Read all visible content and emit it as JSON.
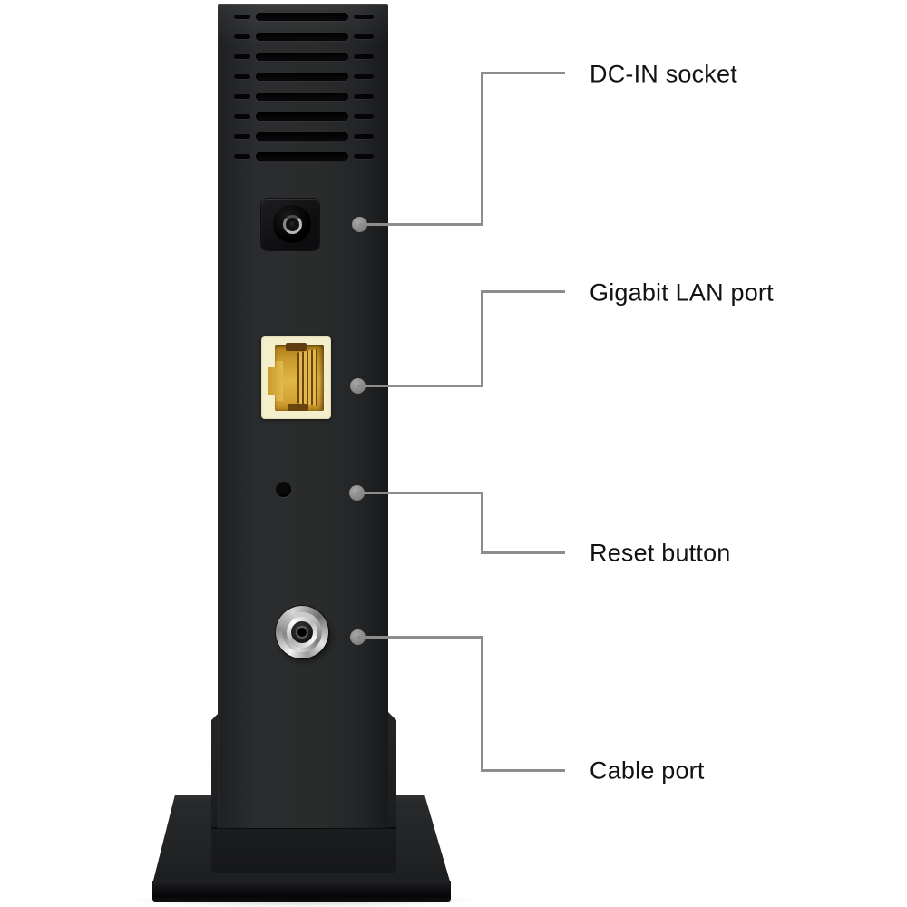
{
  "figure": {
    "description": "Rear-panel diagram of a vertical black cable modem router on a stand, with four callout labels",
    "background": "#ffffff"
  },
  "callouts": [
    {
      "id": "dc-in",
      "label": "DC-IN socket"
    },
    {
      "id": "lan",
      "label": "Gigabit LAN port"
    },
    {
      "id": "reset",
      "label": "Reset button"
    },
    {
      "id": "cable",
      "label": "Cable port"
    }
  ],
  "device": {
    "vent_rows": 8
  },
  "colors": {
    "background": "#ffffff",
    "callout_line": "#8d8d8d",
    "label_text": "#121212",
    "device_body": "#242628",
    "vent_slot": "#08080a",
    "lan_frame": "#f3efcd",
    "lan_gold": "#d9a62f",
    "coax_metal": "#d6d6d6",
    "base": "#1a1c1e"
  }
}
